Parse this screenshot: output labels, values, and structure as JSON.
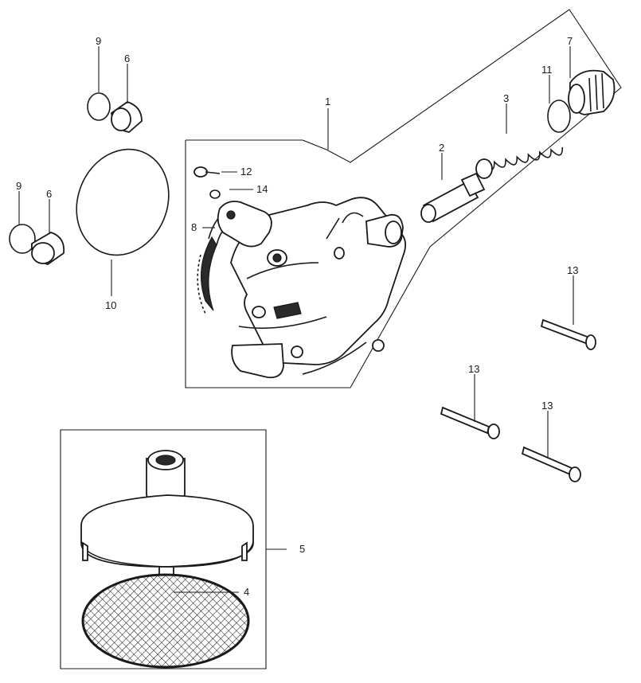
{
  "labels": {
    "p1": "1",
    "p2": "2",
    "p3": "3",
    "p4": "4",
    "p5": "5",
    "p6a": "6",
    "p6b": "6",
    "p7": "7",
    "p8": "8",
    "p9a": "9",
    "p9b": "9",
    "p10": "10",
    "p11": "11",
    "p12": "12",
    "p13a": "13",
    "p13b": "13",
    "p13c": "13",
    "p14": "14"
  },
  "colors": {
    "ink": "#1a1a1a",
    "paper": "#ffffff"
  }
}
